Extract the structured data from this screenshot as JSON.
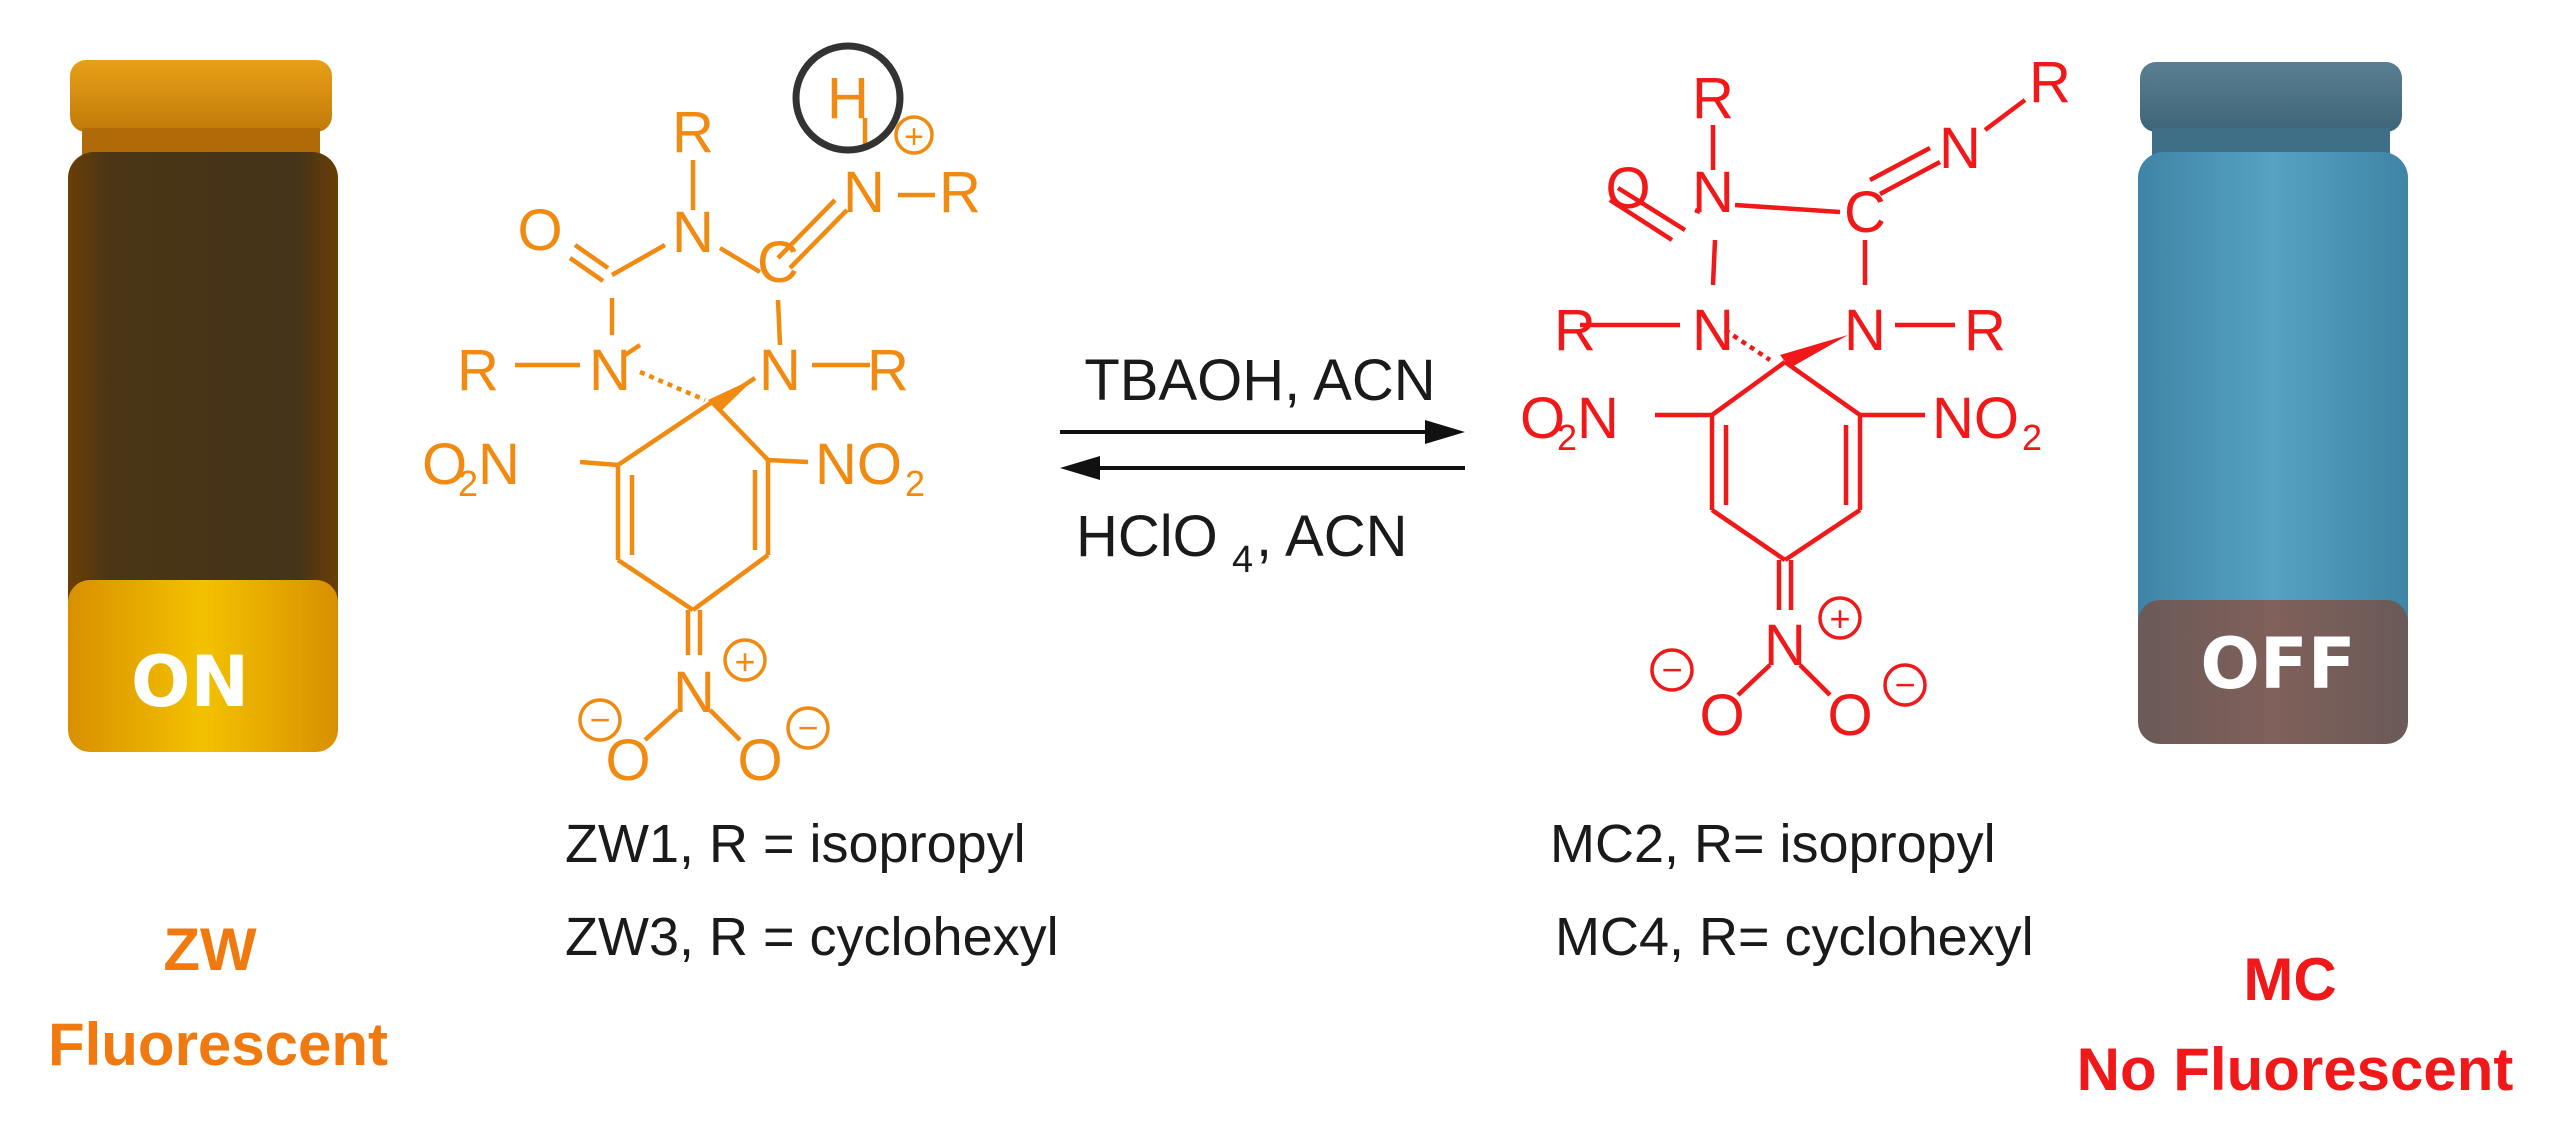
{
  "colors": {
    "zw": "#f08a10",
    "mc": "#f01818",
    "vial_on_liquid": "#f0b400",
    "vial_off_glass": "#4a95b5",
    "ring_highlight": "#333333"
  },
  "left_vial": {
    "label": "ON"
  },
  "right_vial": {
    "label": "OFF"
  },
  "reaction": {
    "forward": "TBAOH, ACN",
    "reverse_main": "HClO",
    "reverse_sub": "4",
    "reverse_tail": ", ACN"
  },
  "zw_molecule": {
    "atoms": {
      "h": "H",
      "plus": "+",
      "minus": "−",
      "n": "N",
      "c": "C",
      "o": "O",
      "r": "R",
      "no2": "NO",
      "o2n_o": "O",
      "two": "2"
    }
  },
  "compounds_left": [
    "ZW1, R = isopropyl",
    "ZW3, R = cyclohexyl"
  ],
  "compounds_right": [
    "MC2, R= isopropyl",
    "MC4, R= cyclohexyl"
  ],
  "captions": {
    "zw_title": "ZW",
    "zw_sub": "Fluorescent",
    "mc_title": "MC",
    "mc_sub": "No Fluorescent"
  }
}
